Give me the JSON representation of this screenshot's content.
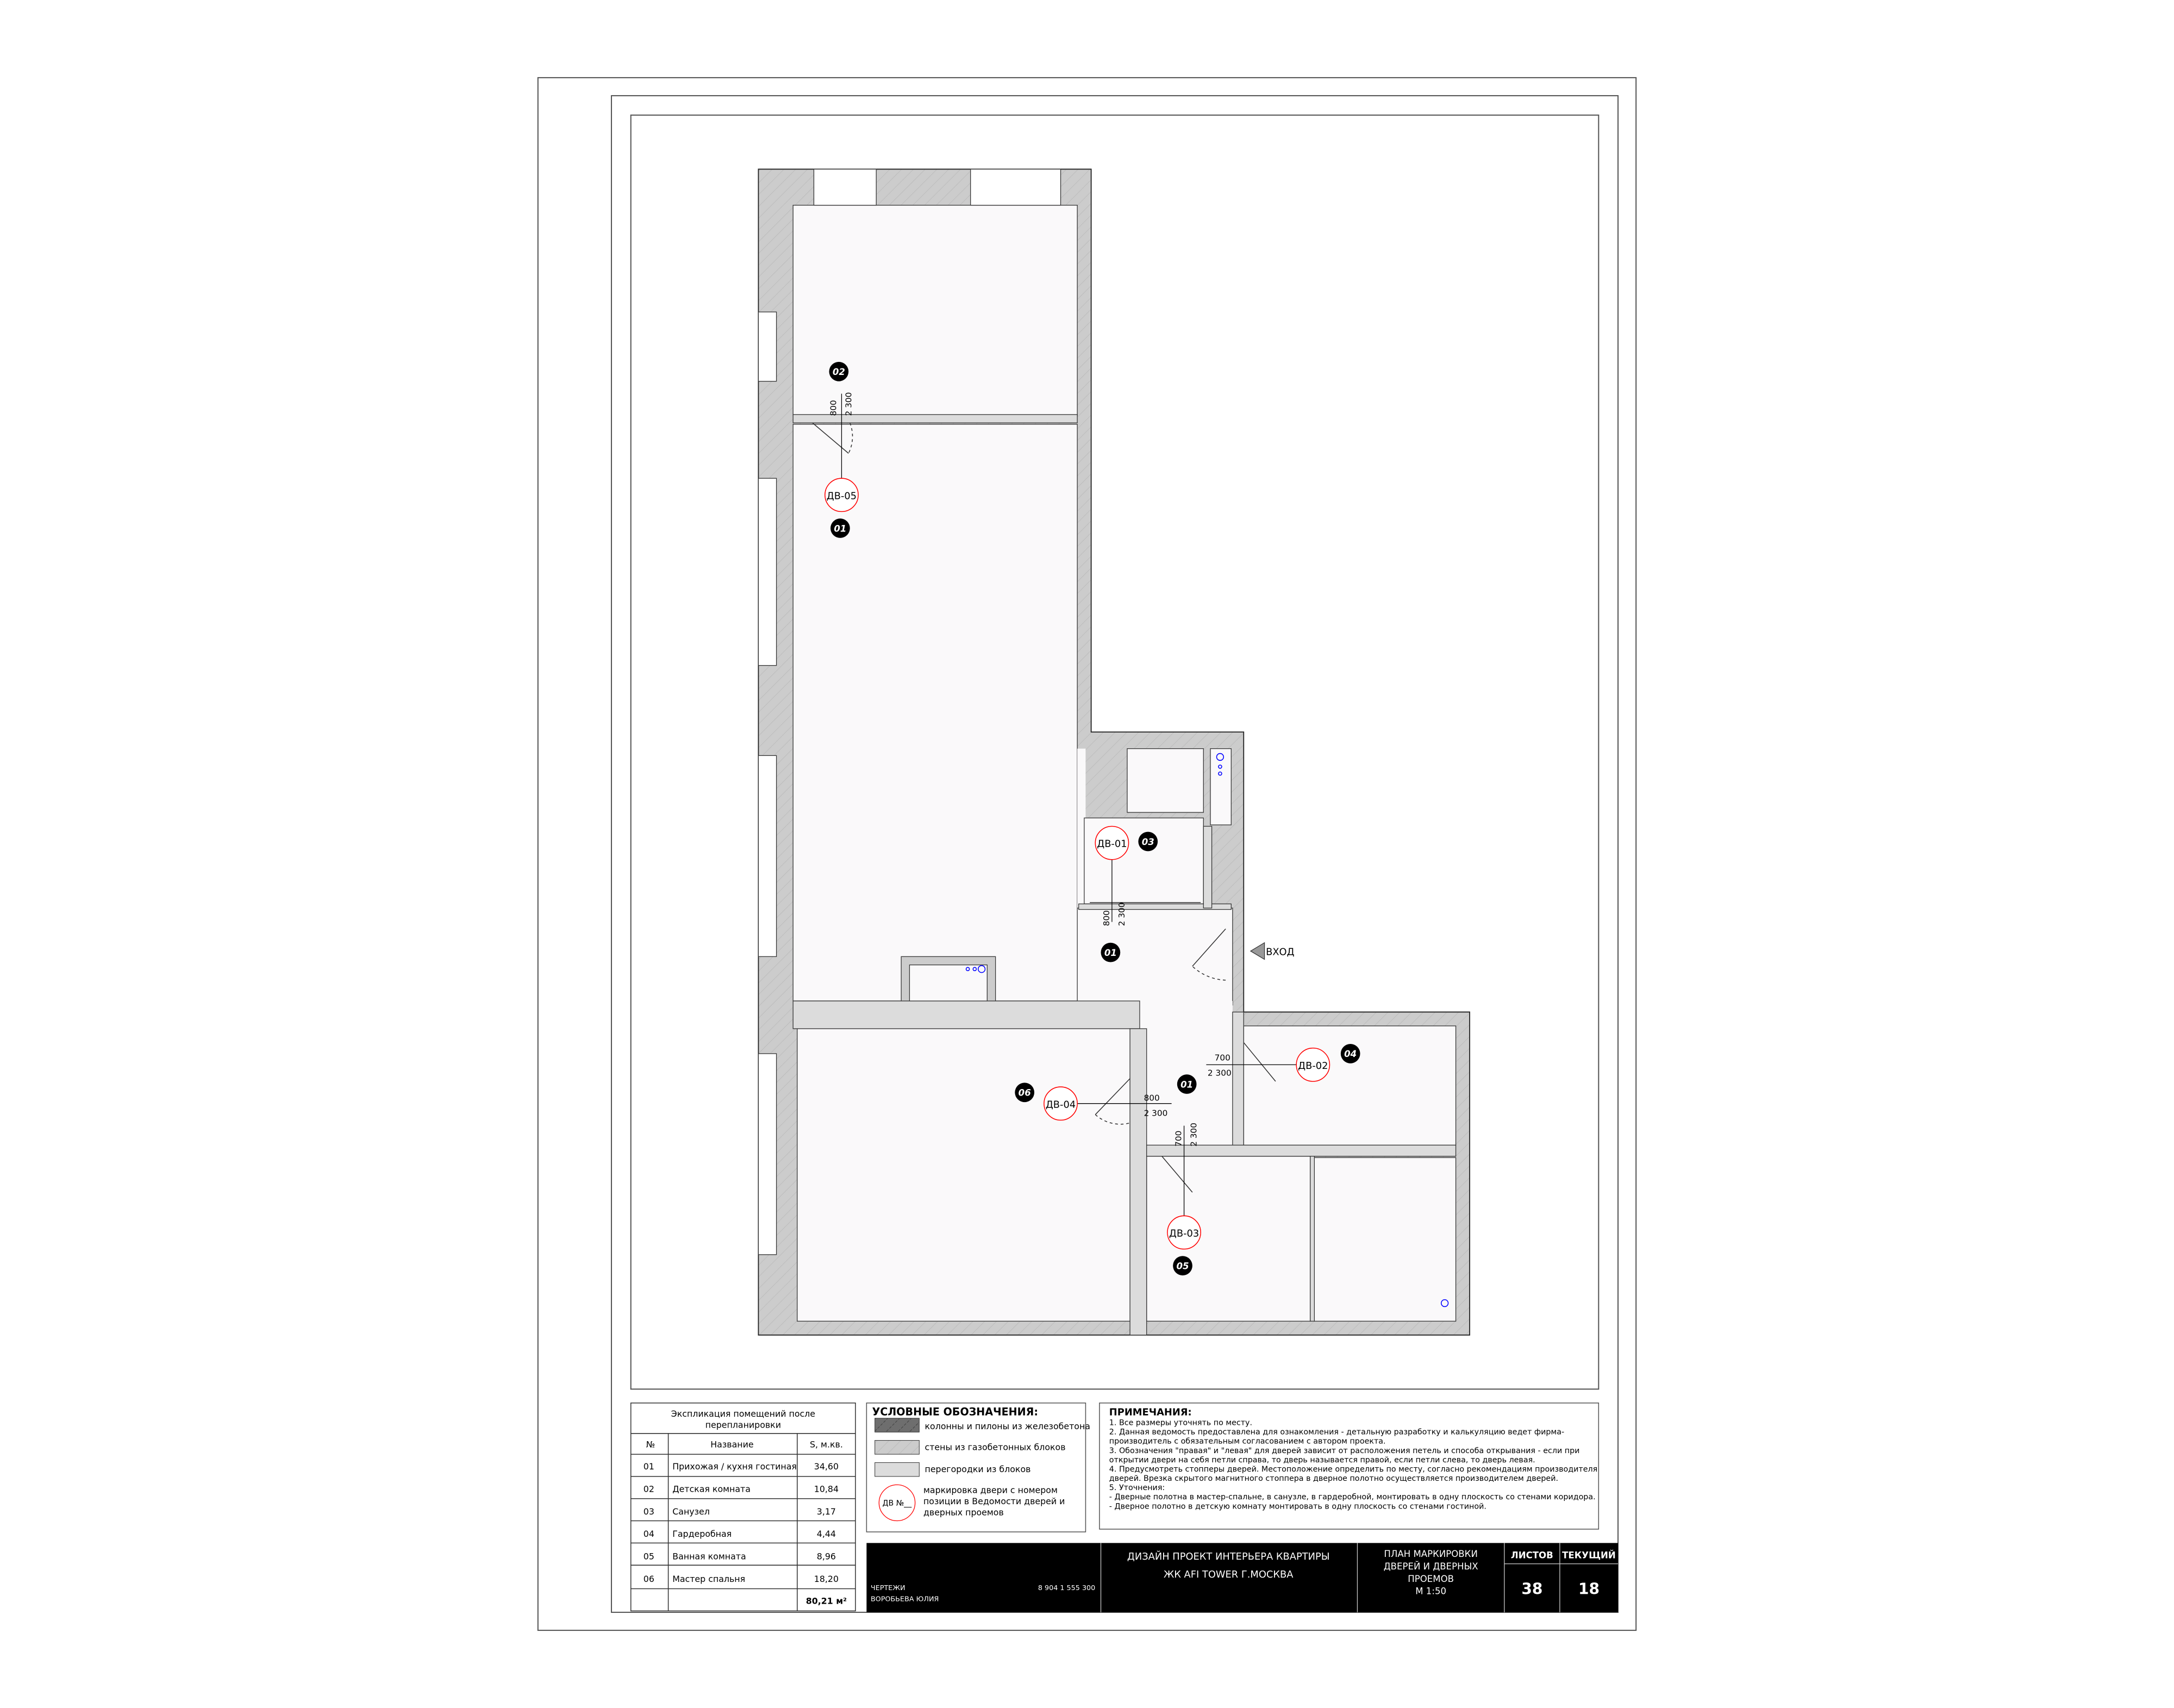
{
  "explication": {
    "title_line1": "Экспликация помещений после",
    "title_line2": "перепланировки",
    "headers": [
      "№",
      "Название",
      "S, м.кв."
    ],
    "rows": [
      [
        "01",
        "Прихожая / кухня гостиная",
        "34,60"
      ],
      [
        "02",
        "Детская комната",
        "10,84"
      ],
      [
        "03",
        "Санузел",
        "3,17"
      ],
      [
        "04",
        "Гардеробная",
        "4,44"
      ],
      [
        "05",
        "Ванная комната",
        "8,96"
      ],
      [
        "06",
        "Мастер спальня",
        "18,20"
      ]
    ],
    "total": "80,21 м²"
  },
  "legend": {
    "title": "УСЛОВНЫЕ ОБОЗНАЧЕНИЯ:",
    "items": [
      {
        "label": "колонны и пилоны из железобетона",
        "color": "#6e6e6e"
      },
      {
        "label": "стены из газобетонных блоков",
        "color": "#cccccc"
      },
      {
        "label": "перегородки из блоков",
        "color": "#dcdcdc"
      }
    ],
    "door_mark": "ДВ №__",
    "door_mark_line1": "маркировка двери с номером",
    "door_mark_line2": "позиции в Ведомости дверей и",
    "door_mark_line3": "дверных проемов"
  },
  "notes": {
    "title": "ПРИМЕЧАНИЯ:",
    "lines": [
      "1. Все размеры уточнять по месту.",
      "2. Данная ведомость предоставлена для ознакомления - детальную разработку и калькуляцию ведет фирма-",
      "   производитель с обязательным согласованием с автором проекта.",
      "3. Обозначения \"правая\" и \"левая\" для дверей зависит от расположения петель и способа открывания - если при",
      "   открытии двери на себя петли справа, то дверь называется правой, если петли слева, то дверь левая.",
      "4. Предусмотреть стопперы дверей. Местоположение определить по месту, согласно рекомендациям производителя",
      "   дверей. Врезка скрытого магнитного стоппера в дверное полотно осуществляется производителем дверей.",
      "5. Уточнения:",
      "- Дверные полотна в мастер-спальне, в санузле, в гардеробной, монтировать в одну плоскость со стенами коридора.",
      "- Дверное полотно в детскую комнату монтировать в одну плоскость со стенами гостиной."
    ]
  },
  "title_block": {
    "role": "ЧЕРТЕЖИ",
    "author": "ВОРОБЬЕВА ЮЛИЯ",
    "phone": "8 904 1 555 300",
    "project_line1": "ДИЗАЙН ПРОЕКТ ИНТЕРЬЕРА КВАРТИРЫ",
    "project_line2": "ЖК AFI TOWER Г.МОСКВА",
    "sheet_title_line1": "ПЛАН МАРКИРОВКИ",
    "sheet_title_line2": "ДВЕРЕЙ И ДВЕРНЫХ",
    "sheet_title_line3": "ПРОЕМОВ",
    "scale": "М 1:50",
    "sheets_label": "ЛИСТОВ",
    "sheets_value": "38",
    "current_label": "ТЕКУЩИЙ",
    "current_value": "18"
  },
  "plan": {
    "entrance": "ВХОД",
    "room_marks": [
      {
        "id": "02"
      },
      {
        "id": "01"
      },
      {
        "id": "03"
      },
      {
        "id": "01"
      },
      {
        "id": "06"
      },
      {
        "id": "04"
      },
      {
        "id": "01"
      },
      {
        "id": "05"
      }
    ],
    "doors": [
      {
        "mark": "ДВ-05",
        "width": "800",
        "height": "2 300"
      },
      {
        "mark": "ДВ-01",
        "width": "800",
        "height": "2 300"
      },
      {
        "mark": "ДВ-04",
        "width": "800",
        "height": "2 300"
      },
      {
        "mark": "ДВ-02",
        "width": "700",
        "height": "2 300"
      },
      {
        "mark": "ДВ-03",
        "width": "700",
        "height": "2 300"
      }
    ],
    "colors": {
      "wall": "#cccccc",
      "floor": "#faf9fa",
      "door_mark": "#ff0000",
      "plumbing": "#0000ff"
    }
  }
}
